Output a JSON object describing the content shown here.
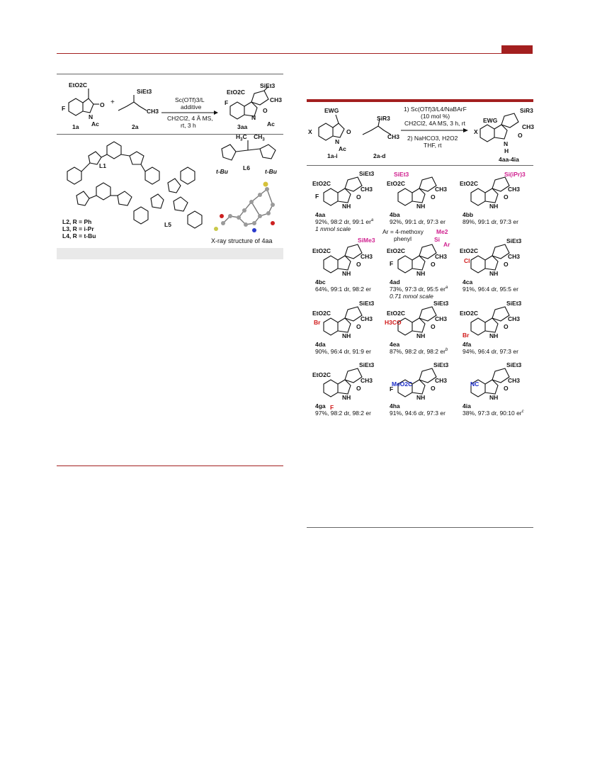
{
  "left_scheme": {
    "reagent_1": "EtO2C",
    "reagent_1_label": "1a",
    "reagent_2_label": "2a",
    "reagent_2_group": "SiEt3",
    "plus": "+",
    "conditions_top": "Sc(OTf)3/L",
    "conditions_additive": "additive",
    "conditions_solvent": "CH2Cl2, 4 Å MS,",
    "conditions_time": "rt, 3 h",
    "product_label": "3aa",
    "atom_F": "F",
    "atom_O": "O",
    "atom_N": "N",
    "atom_Ac": "Ac",
    "atom_CH3": "CH3"
  },
  "ligands": {
    "L1": "L1",
    "L5": "L5",
    "L6": "L6",
    "L6_tbu": "t-Bu",
    "L2": "L2, R = Ph",
    "L3": "L3, R = i-Pr",
    "L4": "L4, R = t-Bu",
    "xray_caption": "X-ray structure of 4aa"
  },
  "right_scheme": {
    "ewg": "EWG",
    "x": "X",
    "sm1_label": "1a-i",
    "sm2_label": "2a-d",
    "sir3": "SiR3",
    "cond_1": "1) Sc(OTf)3/L4/NaBArF",
    "cond_2": "(10 mol %)",
    "cond_3": "CH2Cl2, 4A MS, 3 h, rt",
    "cond_4": "2) NaHCO3, H2O2",
    "cond_5": "THF, rt",
    "product_label": "4aa-4ia"
  },
  "compounds": [
    {
      "name": "4aa",
      "data": "92%, 98:2 dr, 99:1 er",
      "note": "1 mmol scale",
      "sup": "a"
    },
    {
      "name": "4ba",
      "data": "92%, 99:1 dr, 97:3 er"
    },
    {
      "name": "4bb",
      "data": "89%, 99:1 dr, 97:3 er"
    },
    {
      "name": "4bc",
      "data": "64%, 99:1 dr, 98:2 er"
    },
    {
      "name": "4ad",
      "data": "73%, 97:3 dr, 95:5 er",
      "note": "0.71 mmol scale",
      "sup": "a"
    },
    {
      "name": "4ca",
      "data": "91%, 96:4 dr, 95:5 er"
    },
    {
      "name": "4da",
      "data": "90%, 96:4 dr, 91:9 er"
    },
    {
      "name": "4ea",
      "data": "87%, 98:2 dr, 98:2 er",
      "sup": "b"
    },
    {
      "name": "4fa",
      "data": "94%, 96:4 dr, 97:3 er"
    },
    {
      "name": "4ga",
      "data": "97%, 98:2 dr, 98:2 er"
    },
    {
      "name": "4ha",
      "data": "91%, 94:6 dr, 97:3 er"
    },
    {
      "name": "4ia",
      "data": "38%, 97:3 dr, 90:10 er",
      "sup": "c"
    }
  ],
  "substituents": {
    "SiEt3": "SiEt3",
    "SiiPr3": "Si(iPr)3",
    "SiMe3": "SiMe3",
    "ar_note_1": "Ar = 4-methoxy",
    "ar_note_2": "phenyl",
    "me2": "Me2",
    "si": "Si",
    "ar": "Ar",
    "EtO2C": "EtO2C",
    "MeO2C": "MeO2C",
    "NC": "NC",
    "Cl": "Cl",
    "Br": "Br",
    "H3CO": "H3CO",
    "F": "F"
  },
  "colors": {
    "accent_red": "#a31f1f",
    "magenta": "#d0208f",
    "red": "#d01818",
    "blue": "#1a2cc8"
  }
}
